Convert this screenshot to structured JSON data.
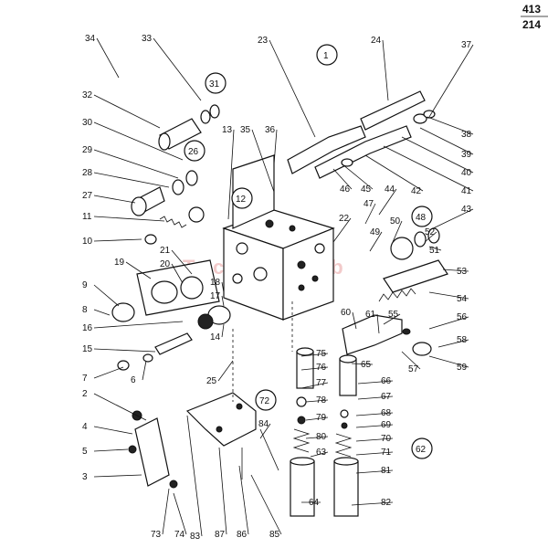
{
  "page_ref": {
    "top": "413",
    "bottom": "214"
  },
  "watermark": "TractorPartsWeb",
  "group_labels": [
    "1",
    "12",
    "26",
    "31",
    "48",
    "62",
    "72"
  ],
  "labels": [
    "34",
    "33",
    "37",
    "32",
    "23",
    "24",
    "31",
    "30",
    "26",
    "29",
    "28",
    "27",
    "13",
    "35",
    "36",
    "38",
    "39",
    "40",
    "41",
    "42",
    "43",
    "45",
    "46",
    "44",
    "47",
    "22",
    "49",
    "50",
    "52",
    "51",
    "53",
    "54",
    "55",
    "56",
    "58",
    "57",
    "59",
    "60",
    "61",
    "10",
    "11",
    "9",
    "8",
    "21",
    "20",
    "19",
    "18",
    "17",
    "16",
    "15",
    "14",
    "7",
    "6",
    "2",
    "3",
    "4",
    "5",
    "73",
    "74",
    "75",
    "76",
    "77",
    "78",
    "79",
    "80",
    "63",
    "64",
    "65",
    "66",
    "67",
    "68",
    "69",
    "70",
    "71",
    "81",
    "82",
    "83",
    "84",
    "85",
    "86",
    "87",
    "25"
  ]
}
